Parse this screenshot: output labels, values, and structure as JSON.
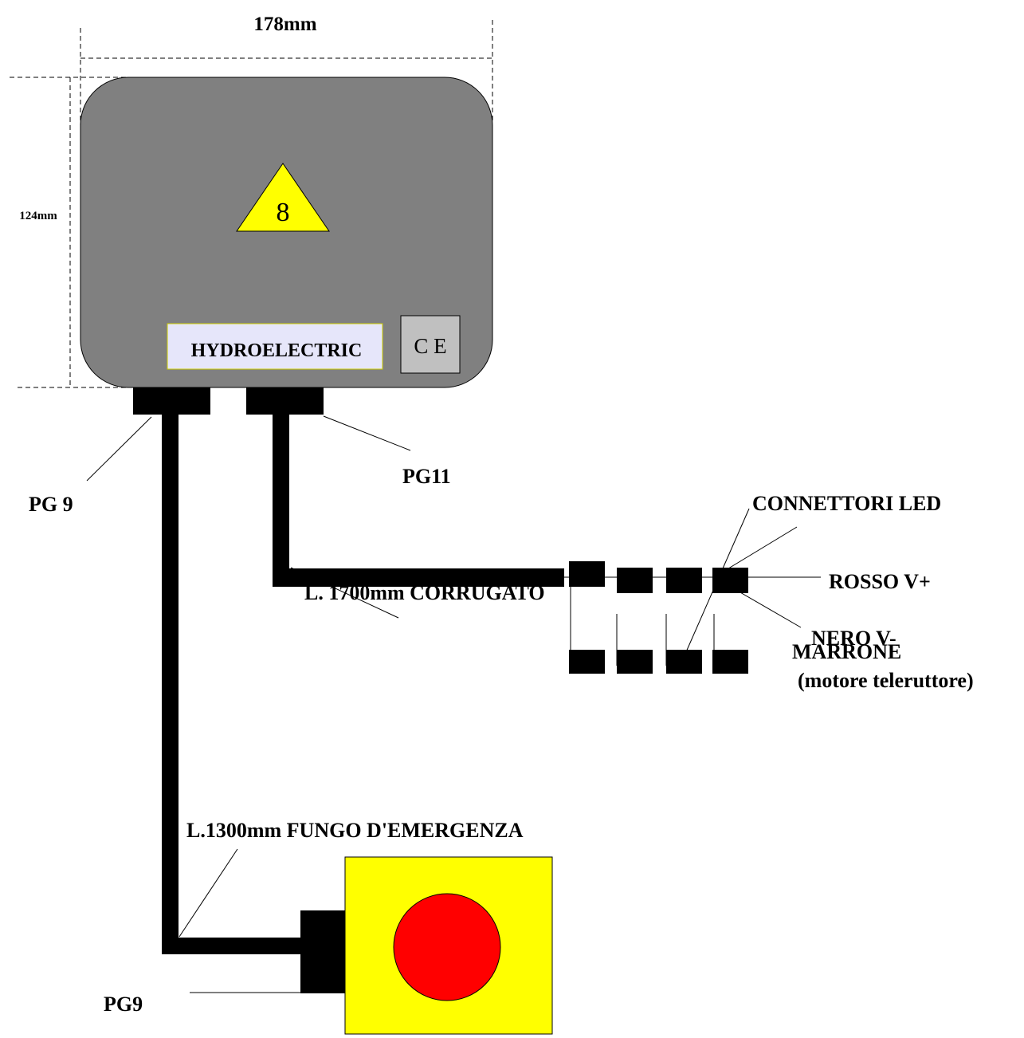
{
  "dimensions": {
    "width_label": "178mm",
    "height_label": "124mm"
  },
  "enclosure": {
    "triangle_number": "8",
    "brand_label": "HYDROELECTRIC",
    "ce_mark": "C E"
  },
  "labels": {
    "pg9_left": "PG 9",
    "pg11": "PG11",
    "pg9_bottom": "PG9",
    "corrugato": "L. 1700mm CORRUGATO",
    "emergency": "L.1300mm FUNGO D'EMERGENZA",
    "connettori_led": "CONNETTORI LED",
    "marrone": "MARRONE",
    "motore": "(motore teleruttore)",
    "rosso": "ROSSO V+",
    "nero": "NERO V-"
  },
  "colors": {
    "enclosure": "#808080",
    "triangle": "#ffff00",
    "label_bg": "#e6e6fa",
    "label_border": "#cccc00",
    "ce_bg": "#c0c0c0",
    "button_box": "#ffff00",
    "mushroom": "#ff0000",
    "cable": "#000000"
  }
}
